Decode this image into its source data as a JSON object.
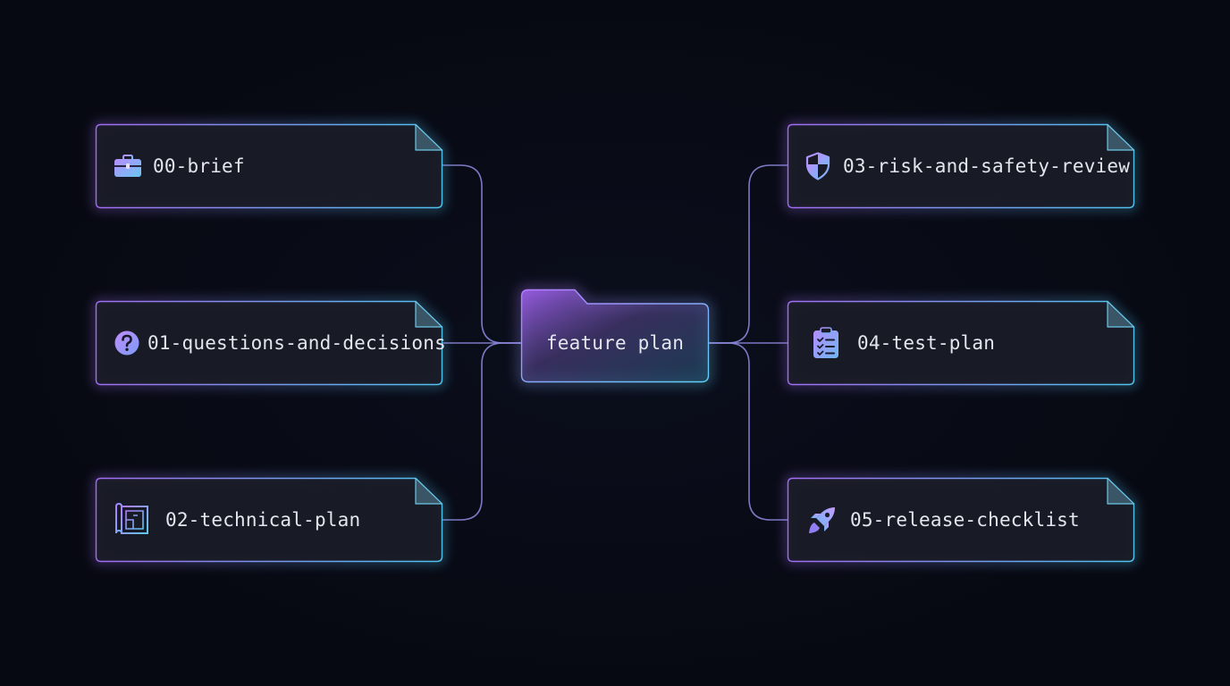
{
  "root": {
    "label": "feature plan",
    "icon": "folder-icon"
  },
  "files": [
    {
      "label": "00-brief",
      "icon": "briefcase-icon"
    },
    {
      "label": "01-questions-and-decisions",
      "icon": "question-circle-icon"
    },
    {
      "label": "02-technical-plan",
      "icon": "blueprint-icon"
    },
    {
      "label": "03-risk-and-safety-review",
      "icon": "shield-icon"
    },
    {
      "label": "04-test-plan",
      "icon": "checklist-clipboard-icon"
    },
    {
      "label": "05-release-checklist",
      "icon": "rocket-icon"
    }
  ],
  "colors": {
    "background": "#070912",
    "accent_purple": "#a46cf2",
    "accent_cyan": "#4fc3ee",
    "connector": "#8a86d8",
    "text": "#e4e6ee"
  }
}
